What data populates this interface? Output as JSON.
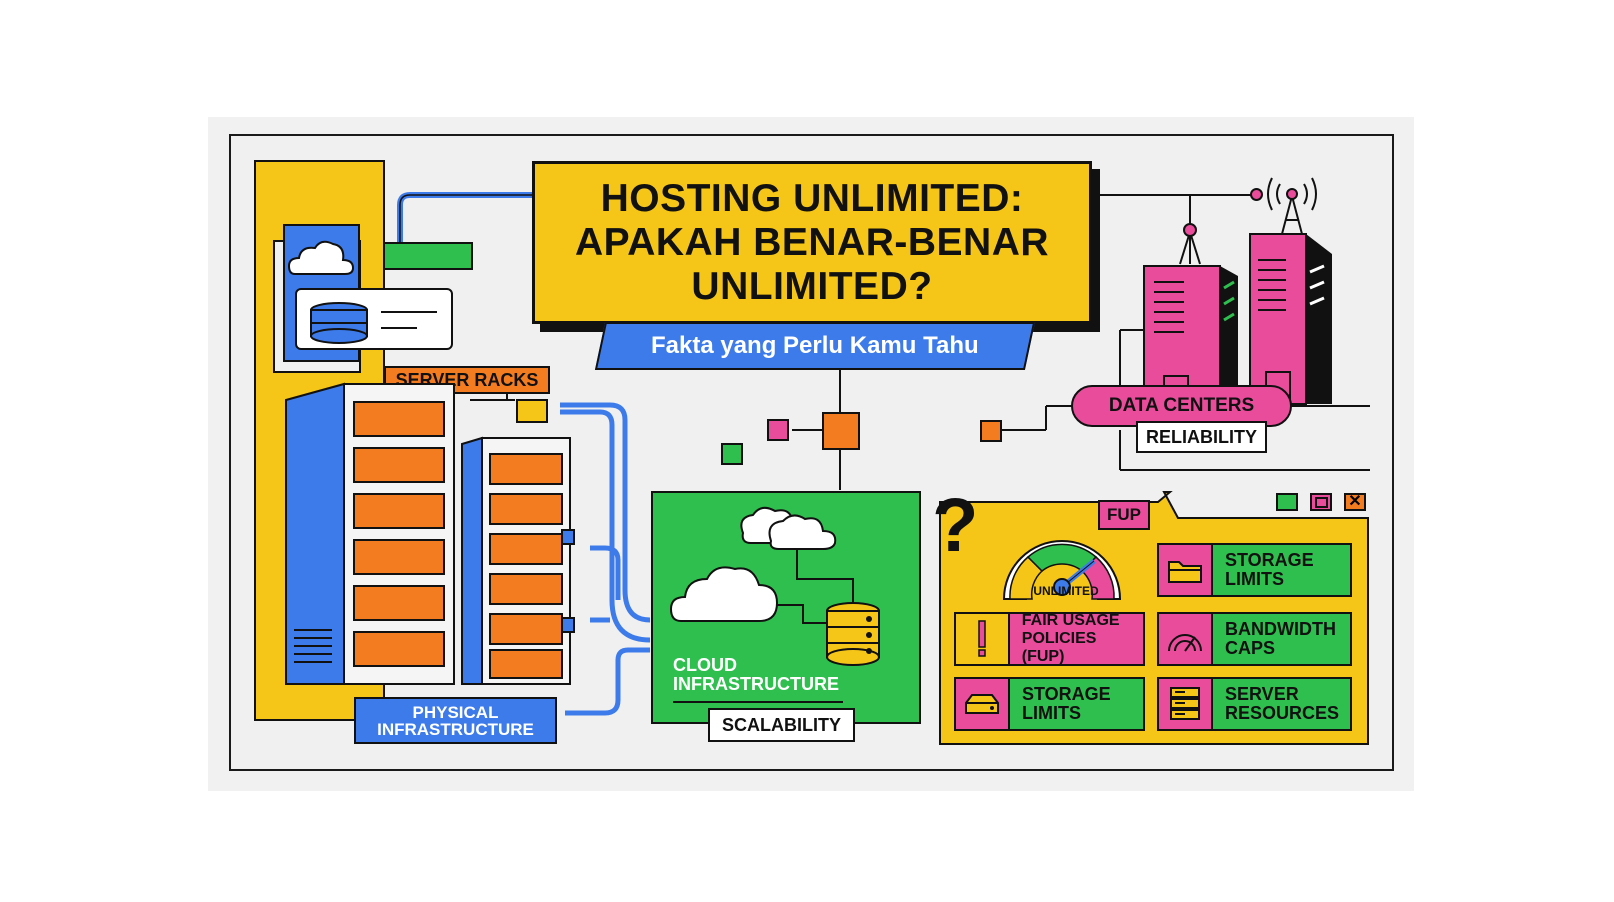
{
  "title": {
    "line1": "HOSTING UNLIMITED:",
    "line2": "APAKAH BENAR-BENAR",
    "line3": "UNLIMITED?"
  },
  "subtitle": "Fakta yang Perlu Kamu Tahu",
  "labels": {
    "server_racks": "SERVER RACKS",
    "physical_infra_1": "PHYSICAL",
    "physical_infra_2": "INFRASTRUCTURE",
    "cloud_infra_1": "CLOUD",
    "cloud_infra_2": "INFRASTRUCTURE",
    "scalability": "SCALABILITY",
    "data_centers": "DATA CENTERS",
    "reliability": "RELIABILITY",
    "fup_badge": "FUP",
    "gauge_label": "UNLIMITED",
    "question_mark": "?"
  },
  "tiles": [
    {
      "text": "STORAGE\nLIMITS",
      "icon": "folder-icon"
    },
    {
      "text": "FAIR USAGE\nPOLICIES (FUP)",
      "icon": "exclamation-icon"
    },
    {
      "text": "BANDWIDTH\nCAPS",
      "icon": "gauge-icon"
    },
    {
      "text": "STORAGE\nLIMITS",
      "icon": "drive-icon"
    },
    {
      "text": "SERVER\nRESOURCES",
      "icon": "server-icon"
    }
  ],
  "colors": {
    "yellow": "#f5c518",
    "blue": "#3d7bea",
    "green": "#2fbf4f",
    "orange": "#f47c20",
    "pink": "#e84c9a",
    "black": "#111111"
  }
}
